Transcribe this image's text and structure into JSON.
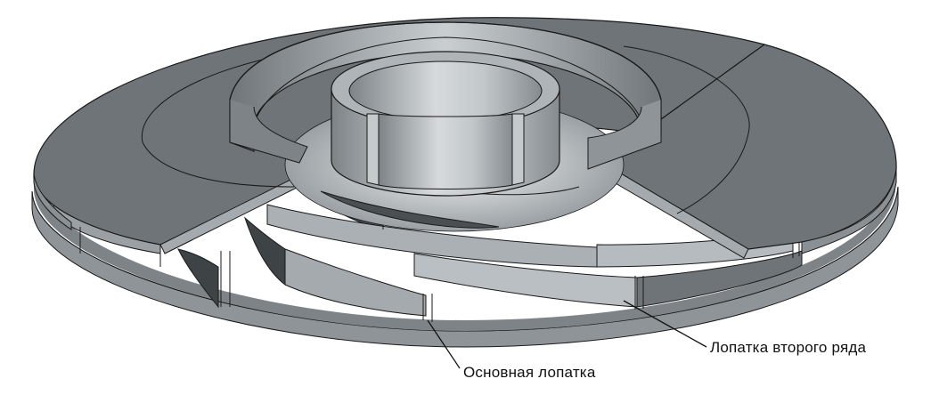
{
  "figure": {
    "subject": "impeller-with-two-rows-of-blades",
    "colors": {
      "disk_top": "#6e7478",
      "disk_edge": "#8a9094",
      "blade_light": "#b9bfc2",
      "blade_mid": "#9aa0a4",
      "blade_dark": "#3e4346",
      "hub_light": "#d4d8da",
      "outline": "#1a1a1a",
      "background": "#ffffff"
    }
  },
  "labels": {
    "second_row_blade": "Лопатка второго ряда",
    "main_blade": "Основная лопатка"
  }
}
